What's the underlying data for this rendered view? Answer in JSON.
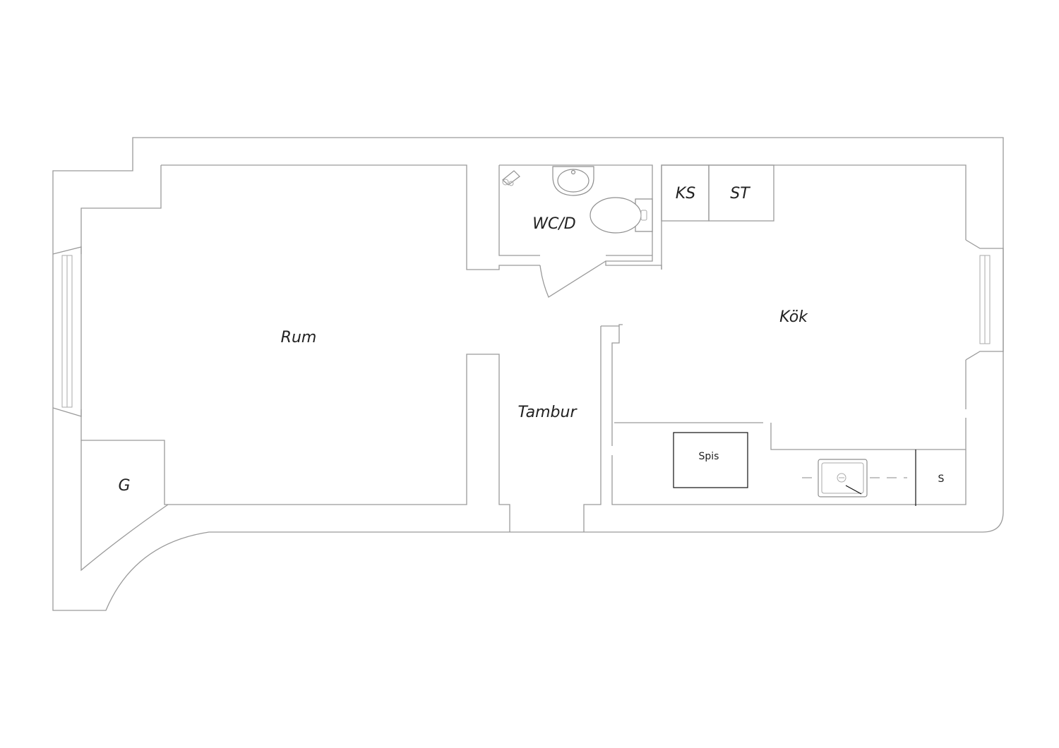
{
  "floorplan": {
    "rooms": {
      "rum": "Rum",
      "wc_d": "WC/D",
      "kok": "Kök",
      "tambur": "Tambur",
      "garderob": "G",
      "kylskap": "KS",
      "storskap": "ST"
    },
    "fixtures": {
      "spis": "Spis",
      "skap": "S"
    }
  }
}
